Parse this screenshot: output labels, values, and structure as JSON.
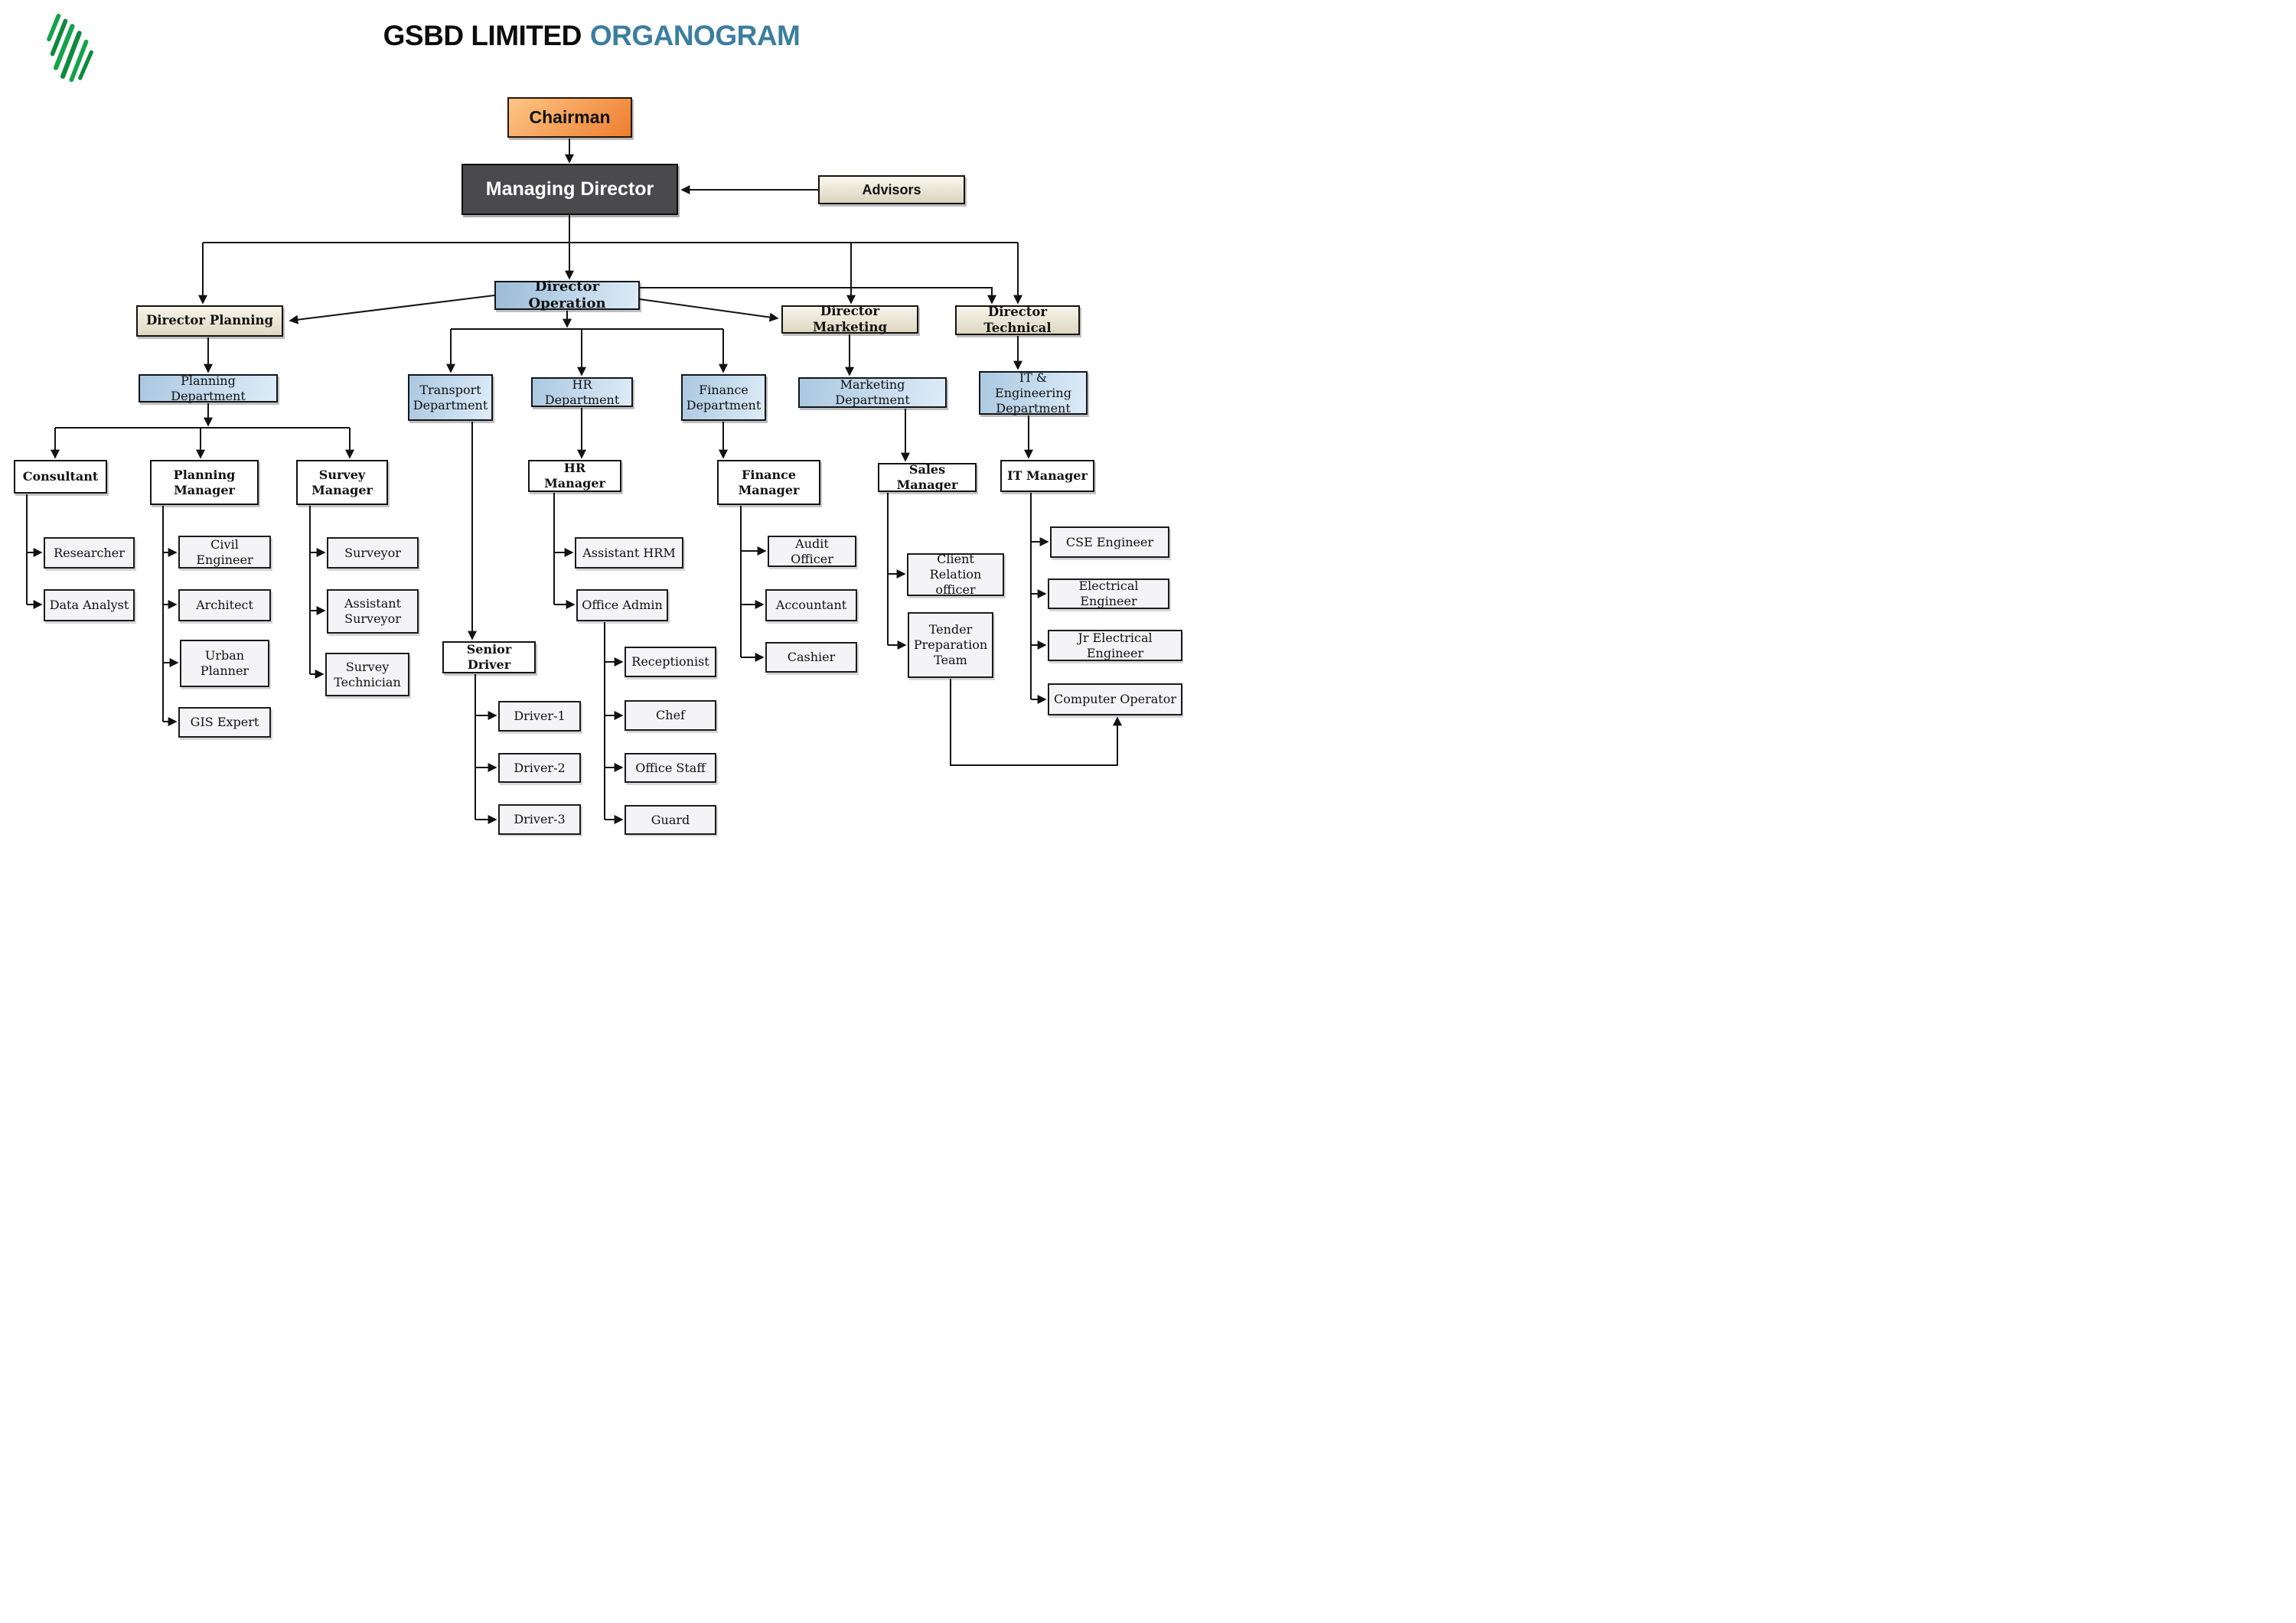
{
  "title": {
    "prefix": "GSBD LIMITED",
    "highlight": "ORGANOGRAM"
  },
  "palette": {
    "title_text": "#0d0d0d",
    "title_highlight": "#3b7e9f",
    "logo_green": "#16a24b",
    "chairman_orange": "#ee7e2f",
    "managing_director_gray": "#4a4a4c",
    "beige_box": "#e9e4d3",
    "blue_box": "#abc8e0",
    "leaf_box": "#f4f4f7",
    "connector": "#121212"
  },
  "logo": {
    "name": "green-stripes-logo"
  },
  "org": {
    "nodes": [
      {
        "id": "chairman",
        "label": "Chairman"
      },
      {
        "id": "managing_director",
        "label": "Managing Director"
      },
      {
        "id": "advisors",
        "label": "Advisors"
      },
      {
        "id": "director_operation",
        "label": "Director Operation"
      },
      {
        "id": "director_planning",
        "label": "Director Planning"
      },
      {
        "id": "director_marketing",
        "label": "Director Marketing"
      },
      {
        "id": "director_technical",
        "label": "Director Technical"
      },
      {
        "id": "planning_department",
        "label": "Planning Department"
      },
      {
        "id": "transport_department",
        "label": "Transport Department"
      },
      {
        "id": "hr_department",
        "label": "HR Department"
      },
      {
        "id": "finance_department",
        "label": "Finance Department"
      },
      {
        "id": "marketing_department",
        "label": "Marketing Department"
      },
      {
        "id": "it_engineering_department",
        "label": "IT & Engineering Department"
      },
      {
        "id": "consultant",
        "label": "Consultant"
      },
      {
        "id": "planning_manager",
        "label": "Planning Manager"
      },
      {
        "id": "survey_manager",
        "label": "Survey Manager"
      },
      {
        "id": "hr_manager",
        "label": "HR Manager"
      },
      {
        "id": "finance_manager",
        "label": "Finance Manager"
      },
      {
        "id": "sales_manager",
        "label": "Sales Manager"
      },
      {
        "id": "it_manager",
        "label": "IT Manager"
      },
      {
        "id": "researcher",
        "label": "Researcher"
      },
      {
        "id": "data_analyst",
        "label": "Data Analyst"
      },
      {
        "id": "civil_engineer",
        "label": "Civil Engineer"
      },
      {
        "id": "architect",
        "label": "Architect"
      },
      {
        "id": "urban_planner",
        "label": "Urban Planner"
      },
      {
        "id": "gis_expert",
        "label": "GIS Expert"
      },
      {
        "id": "surveyor",
        "label": "Surveyor"
      },
      {
        "id": "assistant_surveyor",
        "label": "Assistant Surveyor"
      },
      {
        "id": "survey_technician",
        "label": "Survey Technician"
      },
      {
        "id": "senior_driver",
        "label": "Senior Driver"
      },
      {
        "id": "driver_1",
        "label": "Driver-1"
      },
      {
        "id": "driver_2",
        "label": "Driver-2"
      },
      {
        "id": "driver_3",
        "label": "Driver-3"
      },
      {
        "id": "assistant_hrm",
        "label": "Assistant HRM"
      },
      {
        "id": "office_admin",
        "label": "Office Admin"
      },
      {
        "id": "receptionist",
        "label": "Receptionist"
      },
      {
        "id": "chef",
        "label": "Chef"
      },
      {
        "id": "office_staff",
        "label": "Office Staff"
      },
      {
        "id": "guard",
        "label": "Guard"
      },
      {
        "id": "audit_officer",
        "label": "Audit Officer"
      },
      {
        "id": "accountant",
        "label": "Accountant"
      },
      {
        "id": "cashier",
        "label": "Cashier"
      },
      {
        "id": "client_relation_officer",
        "label": "Client Relation officer"
      },
      {
        "id": "tender_preparation_team",
        "label": "Tender Preparation Team"
      },
      {
        "id": "cse_engineer",
        "label": "CSE Engineer"
      },
      {
        "id": "electrical_engineer",
        "label": "Electrical Engineer"
      },
      {
        "id": "jr_electrical_engineer",
        "label": "Jr Electrical Engineer"
      },
      {
        "id": "computer_operator",
        "label": "Computer Operator"
      }
    ],
    "edges": [
      {
        "from": "chairman",
        "to": "managing_director"
      },
      {
        "from": "advisors",
        "to": "managing_director"
      },
      {
        "from": "managing_director",
        "to": "director_planning"
      },
      {
        "from": "managing_director",
        "to": "director_operation"
      },
      {
        "from": "managing_director",
        "to": "director_marketing"
      },
      {
        "from": "managing_director",
        "to": "director_technical"
      },
      {
        "from": "director_operation",
        "to": "director_planning"
      },
      {
        "from": "director_operation",
        "to": "director_marketing"
      },
      {
        "from": "director_operation",
        "to": "director_technical"
      },
      {
        "from": "director_planning",
        "to": "planning_department"
      },
      {
        "from": "director_operation",
        "to": "transport_department"
      },
      {
        "from": "director_operation",
        "to": "hr_department"
      },
      {
        "from": "director_operation",
        "to": "finance_department"
      },
      {
        "from": "director_marketing",
        "to": "marketing_department"
      },
      {
        "from": "director_technical",
        "to": "it_engineering_department"
      },
      {
        "from": "planning_department",
        "to": "consultant"
      },
      {
        "from": "planning_department",
        "to": "planning_manager"
      },
      {
        "from": "planning_department",
        "to": "survey_manager"
      },
      {
        "from": "consultant",
        "to": "researcher"
      },
      {
        "from": "consultant",
        "to": "data_analyst"
      },
      {
        "from": "planning_manager",
        "to": "civil_engineer"
      },
      {
        "from": "planning_manager",
        "to": "architect"
      },
      {
        "from": "planning_manager",
        "to": "urban_planner"
      },
      {
        "from": "planning_manager",
        "to": "gis_expert"
      },
      {
        "from": "survey_manager",
        "to": "surveyor"
      },
      {
        "from": "survey_manager",
        "to": "assistant_surveyor"
      },
      {
        "from": "survey_manager",
        "to": "survey_technician"
      },
      {
        "from": "transport_department",
        "to": "senior_driver"
      },
      {
        "from": "senior_driver",
        "to": "driver_1"
      },
      {
        "from": "senior_driver",
        "to": "driver_2"
      },
      {
        "from": "senior_driver",
        "to": "driver_3"
      },
      {
        "from": "hr_department",
        "to": "hr_manager"
      },
      {
        "from": "hr_manager",
        "to": "assistant_hrm"
      },
      {
        "from": "hr_manager",
        "to": "office_admin"
      },
      {
        "from": "office_admin",
        "to": "receptionist"
      },
      {
        "from": "office_admin",
        "to": "chef"
      },
      {
        "from": "office_admin",
        "to": "office_staff"
      },
      {
        "from": "office_admin",
        "to": "guard"
      },
      {
        "from": "finance_department",
        "to": "finance_manager"
      },
      {
        "from": "finance_manager",
        "to": "audit_officer"
      },
      {
        "from": "finance_manager",
        "to": "accountant"
      },
      {
        "from": "finance_manager",
        "to": "cashier"
      },
      {
        "from": "marketing_department",
        "to": "sales_manager"
      },
      {
        "from": "sales_manager",
        "to": "client_relation_officer"
      },
      {
        "from": "sales_manager",
        "to": "tender_preparation_team"
      },
      {
        "from": "it_engineering_department",
        "to": "it_manager"
      },
      {
        "from": "it_manager",
        "to": "cse_engineer"
      },
      {
        "from": "it_manager",
        "to": "electrical_engineer"
      },
      {
        "from": "it_manager",
        "to": "jr_electrical_engineer"
      },
      {
        "from": "it_manager",
        "to": "computer_operator"
      },
      {
        "from": "tender_preparation_team",
        "to": "computer_operator"
      }
    ]
  }
}
